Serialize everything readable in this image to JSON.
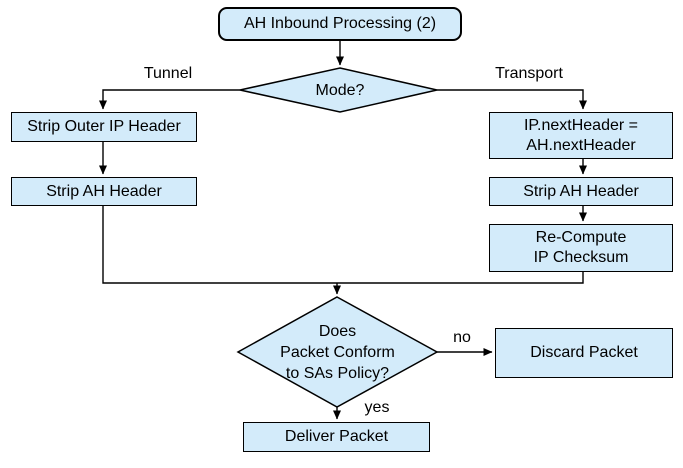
{
  "diagram": {
    "title": "AH Inbound Processing (2)",
    "colors": {
      "node_fill": "#d3ebfa",
      "node_border": "#000000",
      "line": "#000000",
      "text": "#000000",
      "background": "#ffffff"
    },
    "nodes": {
      "start": {
        "label": "AH Inbound Processing (2)"
      },
      "mode_decision": {
        "label": "Mode?"
      },
      "strip_outer_ip_header": {
        "label": "Strip Outer IP Header"
      },
      "strip_ah_header_tunnel": {
        "label": "Strip AH Header"
      },
      "set_next_header": {
        "line1": "IP.nextHeader =",
        "line2": "AH.nextHeader"
      },
      "strip_ah_header_transport": {
        "label": "Strip AH Header"
      },
      "recompute_checksum": {
        "line1": "Re-Compute",
        "line2": "IP Checksum"
      },
      "policy_decision": {
        "line1": "Does",
        "line2": "Packet Conform",
        "line3": "to SAs Policy?"
      },
      "discard_packet": {
        "label": "Discard Packet"
      },
      "deliver_packet": {
        "label": "Deliver Packet"
      }
    },
    "edge_labels": {
      "tunnel": "Tunnel",
      "transport": "Transport",
      "no": "no",
      "yes": "yes"
    }
  }
}
